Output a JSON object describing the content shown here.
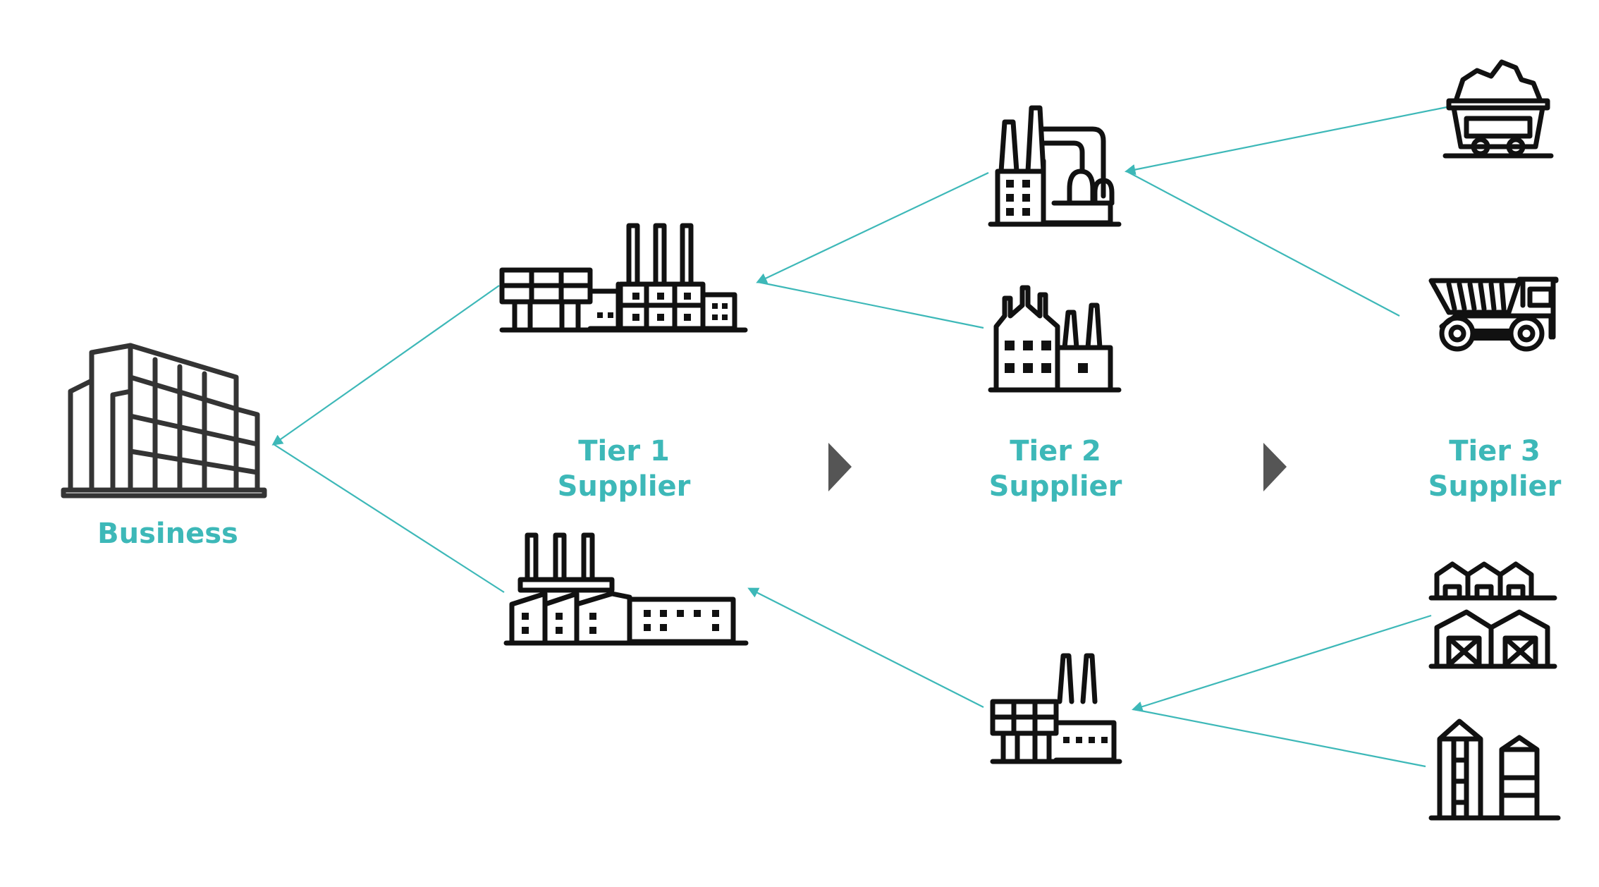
{
  "colors": {
    "accent": "#3db8b8",
    "icon": "#111111",
    "chevron": "#555555",
    "background": "#ffffff"
  },
  "nodes": {
    "business": {
      "label": "Business",
      "icon": "office-building-icon"
    },
    "tier1_top": {
      "icon": "factory-icon"
    },
    "tier1_bottom": {
      "icon": "factory-icon"
    },
    "tier2_top": {
      "icon": "refinery-icon"
    },
    "tier2_middle": {
      "icon": "factory-icon"
    },
    "tier2_bottom": {
      "icon": "factory-icon"
    },
    "tier3_mine_cart": {
      "icon": "mine-cart-icon"
    },
    "tier3_dump_truck": {
      "icon": "dump-truck-icon"
    },
    "tier3_warehouses": {
      "icon": "warehouse-icon"
    },
    "tier3_silos": {
      "icon": "silo-icon"
    }
  },
  "tiers": {
    "tier1": {
      "line1": "Tier 1",
      "line2": "Supplier"
    },
    "tier2": {
      "line1": "Tier 2",
      "line2": "Supplier"
    },
    "tier3": {
      "line1": "Tier 3",
      "line2": "Supplier"
    }
  },
  "flow_direction_icon": "chevron-right-icon"
}
